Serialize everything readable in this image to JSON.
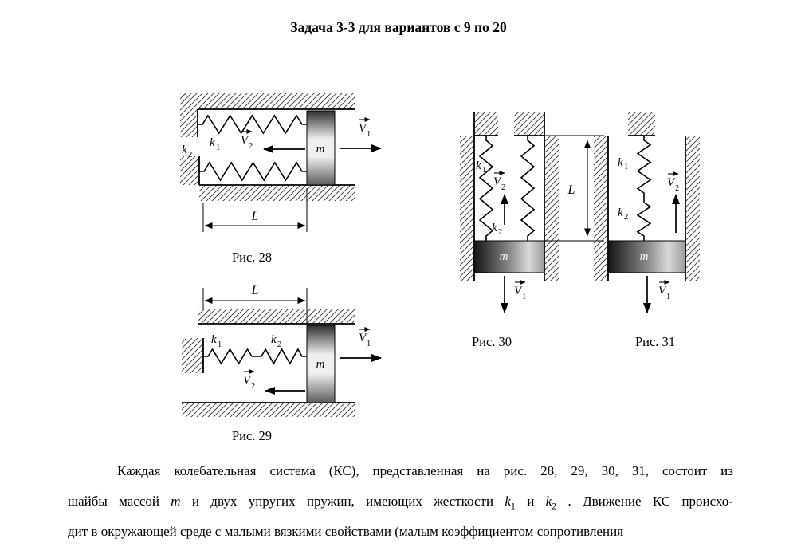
{
  "title": "Задача 3-3 для вариантов с 9 по 20",
  "symbols": {
    "k": "k",
    "m": "m",
    "L": "L",
    "V": "V",
    "sub1": "1",
    "sub2": "2"
  },
  "figures": {
    "fig28": {
      "caption": "Рис. 28"
    },
    "fig29": {
      "caption": "Рис. 29"
    },
    "fig30": {
      "caption": "Рис. 30"
    },
    "fig31": {
      "caption": "Рис. 31"
    }
  },
  "paragraph": {
    "line1": "Каждая колебательная система (КС), представленная на рис. 28, 29, 30, 31, состоит из",
    "line2_a": "шайбы массой ",
    "line2_m": "m",
    "line2_b": " и двух упругих пружин, имеющих жесткости ",
    "line2_k": "k",
    "line2_k1sub": "1",
    "line2_c": " и ",
    "line2_k2sub": "2",
    "line2_d": " . Движение КС происхо-",
    "line3": "дит в окружающей среде с малыми вязкими свойствами (малым коэффициентом сопротивления"
  }
}
